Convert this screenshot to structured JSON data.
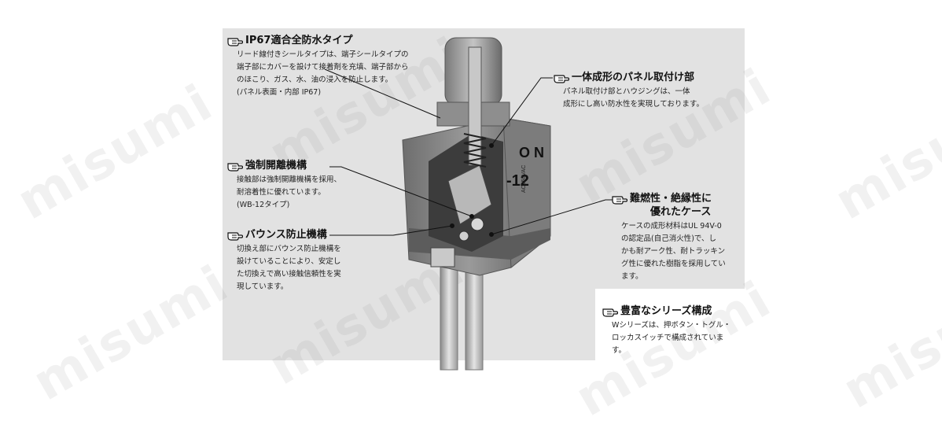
{
  "watermark": {
    "text": "misumi"
  },
  "features": [
    {
      "id": "ip67",
      "title": "IP67適合全防水タイプ",
      "lines": [
        "リード線付きシールタイプは、端子シールタイプの",
        "端子部にカバーを設けて接着剤を充填、端子部から",
        "のほこり、ガス、水、油の浸入を防止します。",
        "(パネル表面・内部 IP67)"
      ]
    },
    {
      "id": "panel-mount",
      "title": "一体成形のパネル取付け部",
      "lines": [
        "パネル取付け部とハウジングは、一体",
        "成形にし高い防水性を実現しております。"
      ]
    },
    {
      "id": "forced-open",
      "title": "強制開離機構",
      "lines": [
        "接触部は強制開離機構を採用、",
        "耐溶着性に優れています。",
        "(WB-12タイプ)"
      ]
    },
    {
      "id": "flame",
      "title_lines": [
        "難燃性・絶縁性に",
        "優れたケース"
      ],
      "lines": [
        "ケースの成形材料はUL 94V-0",
        "の認定品(自己消火性)で、し",
        "かも耐アーク性、耐トラッキン",
        "グ性に優れた樹脂を採用してい",
        "ます。"
      ]
    },
    {
      "id": "bounce",
      "title": "バウンス防止機構",
      "lines": [
        "切換え部にバウンス防止機構を",
        "設けていることにより、安定し",
        "た切換えで高い接触信頼性を実",
        "現しています。"
      ]
    },
    {
      "id": "series",
      "title": "豊富なシリーズ構成",
      "lines": [
        "Wシリーズは、押ボタン・トグル・",
        "ロッカスイッチで構成されていま",
        "す。"
      ]
    }
  ],
  "product_marking": {
    "line1": "O N",
    "line2": "-12",
    "rating": "AC250VAC"
  },
  "icons": {
    "pointer": "pointing-hand-icon"
  }
}
